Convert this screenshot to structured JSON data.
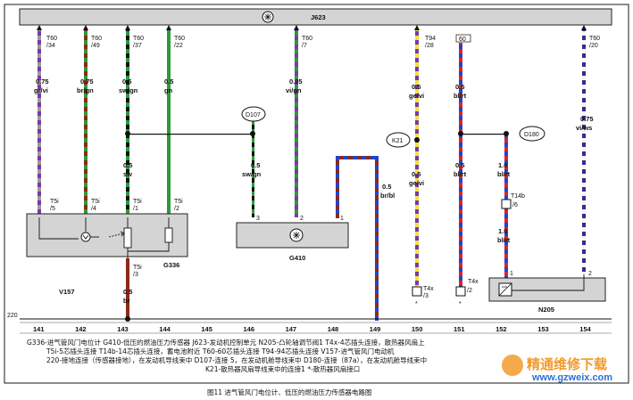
{
  "header": {
    "label": "J623"
  },
  "terminals": [
    {
      "id": "141",
      "pin": "T60\n/34",
      "size": "0.75",
      "color": "gr/vi"
    },
    {
      "id": "142",
      "pin": "T60\n/49",
      "size": "0.75",
      "color": "br/gn"
    },
    {
      "id": "143",
      "pin": "T60\n/37",
      "size": "0.5",
      "color": "sw/gn"
    },
    {
      "id": "144",
      "pin": "T60\n/22",
      "size": "0.5",
      "color": "gn"
    },
    {
      "id": "147",
      "pin": "T60\n/7",
      "size": "0.35",
      "color": "vi/gn"
    },
    {
      "id": "150",
      "pin": "T94\n/28",
      "size": "0.5",
      "color": "ge/vi"
    },
    {
      "id": "151",
      "pin": "60",
      "size": "0.5",
      "color": "bl/rt"
    },
    {
      "id": "154",
      "pin": "T60\n/20",
      "size": "0.75",
      "color": "vi/ws"
    }
  ],
  "labels": {
    "pin_t60_34": "T60",
    "pin_34": "/34",
    "pin_t60_49": "T60",
    "pin_49": "/49",
    "pin_t60_37": "T60",
    "pin_37": "/37",
    "pin_t60_22": "T60",
    "pin_22": "/22",
    "pin_t60_7": "T60",
    "pin_7": "/7",
    "pin_t94": "T94",
    "pin_28": "/28",
    "pin_60": "60",
    "pin_t60_20": "T60",
    "pin_20": "/20",
    "w1_size": "0.75",
    "w1_color": "gr/vi",
    "w2_size": "0.75",
    "w2_color": "br/gn",
    "w3_size": "0.5",
    "w3_color": "sw/gn",
    "w4_size": "0.5",
    "w4_color": "gn",
    "w5_size": "0.35",
    "w5_color": "vi/gn",
    "w6_size": "0.5",
    "w6_color": "ge/vi",
    "w7_size": "0.5",
    "w7_color": "bl/rt",
    "w8_size": "0.75",
    "w8_color": "vi/ws",
    "w9_size": "0.5",
    "w9_color": "sw",
    "w10_size": "0.5",
    "w10_color": "sw/gn",
    "w11_size": "0.5",
    "w11_color": "br/bl",
    "w12_size": "0.5",
    "w12_color": "ge/vi",
    "w13_size": "0.5",
    "w13_color": "bl/rt",
    "w14_size": "1.0",
    "w14_color": "bl/rt",
    "w15_size": "1.0",
    "w15_color": "bl/rt",
    "w16_size": "0.5",
    "w16_color": "br",
    "d107": "D107",
    "k21": "K21",
    "d180": "D180",
    "t5i_5": "T5i",
    "t5i_5n": "/5",
    "t5i_4": "T5i",
    "t5i_4n": "/4",
    "t5i_1": "T5i",
    "t5i_1n": "/1",
    "t5i_2": "T5i",
    "t5i_2n": "/2",
    "t5i_3": "T5i",
    "t5i_3n": "/3",
    "t14b": "T14b",
    "t14b_n": "/6",
    "t4x_1": "T4x",
    "t4x_1n": "/3",
    "t4x_2": "T4x",
    "t4x_2n": "/2",
    "g336": "G336",
    "v157": "V157",
    "g410": "G410",
    "n205": "N205",
    "pin3": "3",
    "pin2": "2",
    "pin1": "1",
    "pin2b": "2",
    "pin1b": "1",
    "ground": "220",
    "asterisk": "*"
  },
  "columns": [
    "141",
    "142",
    "143",
    "144",
    "145",
    "146",
    "147",
    "148",
    "149",
    "150",
    "151",
    "152",
    "153",
    "154"
  ],
  "legend": [
    "G336-进气管风门电位计    G410-低压的燃油压力传感器    J623-发动机控制单元    N205-凸轮轴调节阀1    T4x-4芯插头连接，散热器风扇上",
    "T5i-5芯插头连接    T14b-14芯插头连接，蓄电池附近    T60-60芯插头连接    T94-94芯插头连接    V157-进气管风门电动机",
    "220-接地连接（传感器接地），在发动机导线束中    D107-连接 5，在发动机舱导线束中    D180-连接（87a），在发动机舱导线束中",
    "K21-散热器风扇导线束中的连接1    *-散热器风扇接口"
  ],
  "caption": "图11  进气管风门电位计、低压的燃油压力传感器电路图",
  "watermark": {
    "main": "精通维修下载",
    "url": "www.gzweix.com"
  },
  "colors": {
    "frame": "#1a1a1a",
    "box": "#d4d4d4",
    "junction": "#111111"
  }
}
